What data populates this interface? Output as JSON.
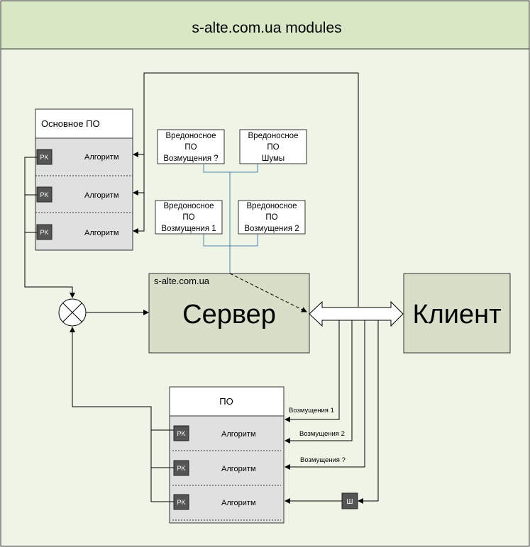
{
  "title": "s-alte.com.ua modules",
  "main_software": {
    "title": "Основное ПО",
    "rows": [
      {
        "pk": "PK",
        "label": "Алгоритм"
      },
      {
        "pk": "PK",
        "label": "Алгоритм"
      },
      {
        "pk": "PK",
        "label": "Алгоритм"
      }
    ]
  },
  "malware": [
    {
      "line1": "Вредоносное",
      "line2": "ПО",
      "line3": "Возмущения ?"
    },
    {
      "line1": "Вредоносное",
      "line2": "ПО",
      "line3": "Шумы"
    },
    {
      "line1": "Вредоносное",
      "line2": "ПО",
      "line3": "Возмущения 1"
    },
    {
      "line1": "Вредоносное",
      "line2": "ПО",
      "line3": "Возмущения 2"
    }
  ],
  "server": {
    "caption": "s-alte.com.ua",
    "label": "Сервер"
  },
  "client": {
    "label": "Клиент"
  },
  "software": {
    "title": "ПО",
    "rows": [
      {
        "pk": "PK",
        "label": "Алгоритм"
      },
      {
        "pk": "PK",
        "label": "Алгоритм"
      },
      {
        "pk": "PK",
        "label": "Алгоритм"
      }
    ]
  },
  "disturbances": [
    "Возмущения 1",
    "Возмущения 2",
    "Возмущения ?"
  ],
  "noise_block": "Ш",
  "colors": {
    "header_bg": "#d9e8c4",
    "canvas_bg": "#eef5e6",
    "server_bg": "#d8dfc8",
    "list_bg": "#e0e0e0",
    "pk_bg": "#555555",
    "malware_line": "#4a7fa8"
  }
}
